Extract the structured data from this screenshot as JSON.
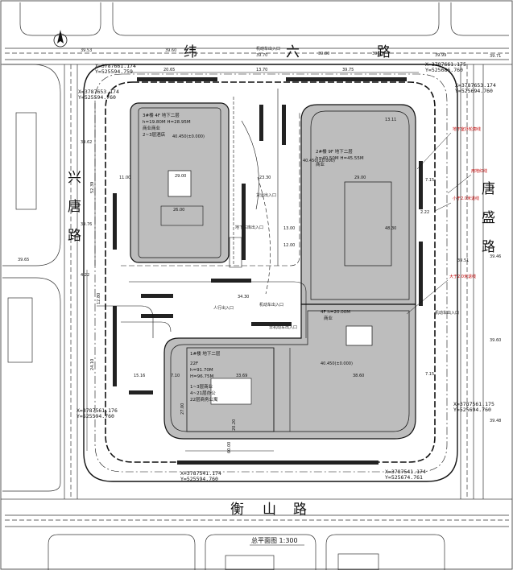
{
  "roads": {
    "north": [
      "纬",
      "六",
      "路"
    ],
    "west": [
      "兴",
      "唐",
      "路"
    ],
    "east": [
      "唐",
      "盛",
      "路"
    ],
    "south": [
      "衡",
      "山",
      "路"
    ]
  },
  "coordinates": {
    "nw_top": [
      "X=3787661.174",
      "Y=525594.759"
    ],
    "nw_left": [
      "X=3787653.174",
      "Y=525594.760"
    ],
    "ne_top": [
      "X=3787661.175",
      "Y=525686.760"
    ],
    "ne_right": [
      "X=3787653.174",
      "Y=525694.760"
    ],
    "sw_left": [
      "X=3787561.176",
      "Y=525594.760"
    ],
    "se_right": [
      "X=3787561.175",
      "Y=525694.760"
    ],
    "sw_bottom": [
      "X=3787541.174",
      "Y=525594.760"
    ],
    "se_bottom": [
      "X=3787541.174",
      "Y=525674.761"
    ]
  },
  "buildings": {
    "b3": {
      "lines": [
        "3#楼  4F  地下二层",
        "h=19.80M  H=28.95M",
        "商业商业",
        "2~3层酒店"
      ],
      "elev": "40.450(±0.000)"
    },
    "b2": {
      "lines": [
        "2#楼  9F  地下二层",
        "h=40.50M  H=45.55M",
        "商业"
      ],
      "elev": "40.450(±0.000)"
    },
    "b4": {
      "lines": [
        "4F  h=20.00M",
        "商业"
      ],
      "elev": "40.450(±0.000)"
    },
    "b1": {
      "lines": [
        "1#楼  地下二层",
        "22F",
        "h=91.70M",
        "H=96.75M",
        "1~3层商业",
        "4~21层办公",
        "22层商务公寓"
      ]
    }
  },
  "dims": {
    "top_a": "20.65",
    "top_b": "13.70",
    "top_c": "39.75",
    "d2900": "29.00",
    "d2600": "26.00",
    "d2300": "23.30",
    "d4830": "48.30",
    "d2900b": "29.00",
    "d3360": "33.69",
    "d3860": "38.60",
    "d1516": "15.16",
    "d710": "7.10",
    "d2700": "27.00",
    "d2120": "20.20",
    "d6000": "60.00",
    "d5239": "52.39",
    "d3430": "34.30",
    "d2410": "24.10",
    "d1100": "11.00",
    "d1280": "12.80",
    "d4": "4.22",
    "d715": "7.15",
    "d222": "2.22",
    "d1311": "13.11",
    "d1300": "13.00",
    "d1200": "12.00"
  },
  "annotations": {
    "entrance_top": "机动车出入口",
    "entrance_right": "机动车出入口",
    "entrance_mid": "机动车出入口",
    "ramp_1": "地下车库出入口",
    "ramp_2": "货运出入口",
    "ramp_3": "非机动车出入口",
    "pedestrian": "人行出入口",
    "red_1": "地下室外轮廓线",
    "red_2": "用地红线",
    "red_3": "小于2.0米退线",
    "red_4": "大于2.0米退线"
  },
  "elevations": {
    "tl": "39.53",
    "tl2": "39.60",
    "tm": "39.70",
    "tm2": "39.80",
    "tm3": "39.95",
    "tr": "39.99",
    "tr2": "39.71",
    "l1": "39.62",
    "l2": "39.76",
    "l3": "39.65",
    "r1": "39.46",
    "r2": "39.51",
    "r3": "39.60",
    "r4": "39.48"
  },
  "site_plan_title": "总平面图  1:300"
}
